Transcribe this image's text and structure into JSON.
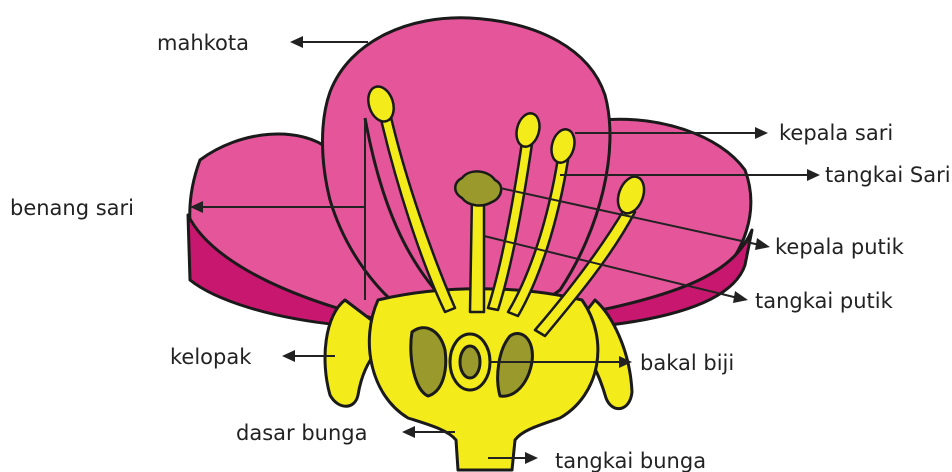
{
  "labels": {
    "mahkota": "mahkota",
    "benang_sari": "benang sari",
    "kelopak": "kelopak",
    "dasar_bunga": "dasar bunga",
    "kepala_sari": "kepala sari",
    "tangkai_sari": "tangkai Sari",
    "kepala_putik": "kepala putik",
    "tangkai_putik": "tangkai putik",
    "bakal_biji": "bakal biji",
    "tangkai_bunga": "tangkai bunga"
  },
  "colors": {
    "petal": "#e5559a",
    "petal_dark": "#c8176f",
    "receptacle": "#f4ec1a",
    "ovule": "#9a9a2c",
    "outline": "#1a1a1a"
  }
}
